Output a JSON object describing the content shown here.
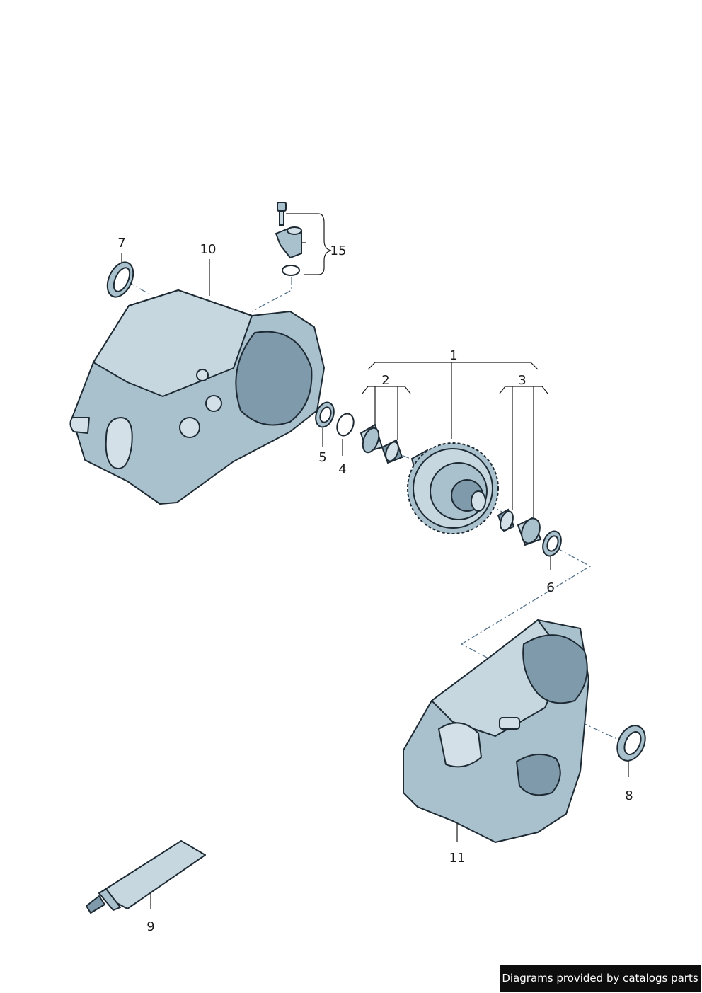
{
  "callouts": {
    "c1": "1",
    "c2": "2",
    "c3": "3",
    "c4": "4",
    "c5": "5",
    "c6": "6",
    "c7": "7",
    "c8": "8",
    "c9": "9",
    "c10": "10",
    "c11": "11",
    "c15": "15"
  },
  "watermark": "Diagrams provided by catalogs parts",
  "colors": {
    "part_fill": "#a9c0cd",
    "part_shadow": "#7f9aab",
    "part_light": "#d3e0e7",
    "outline": "#1e2a33",
    "leader": "#1a1a1a",
    "dash": "#4f6e86"
  }
}
